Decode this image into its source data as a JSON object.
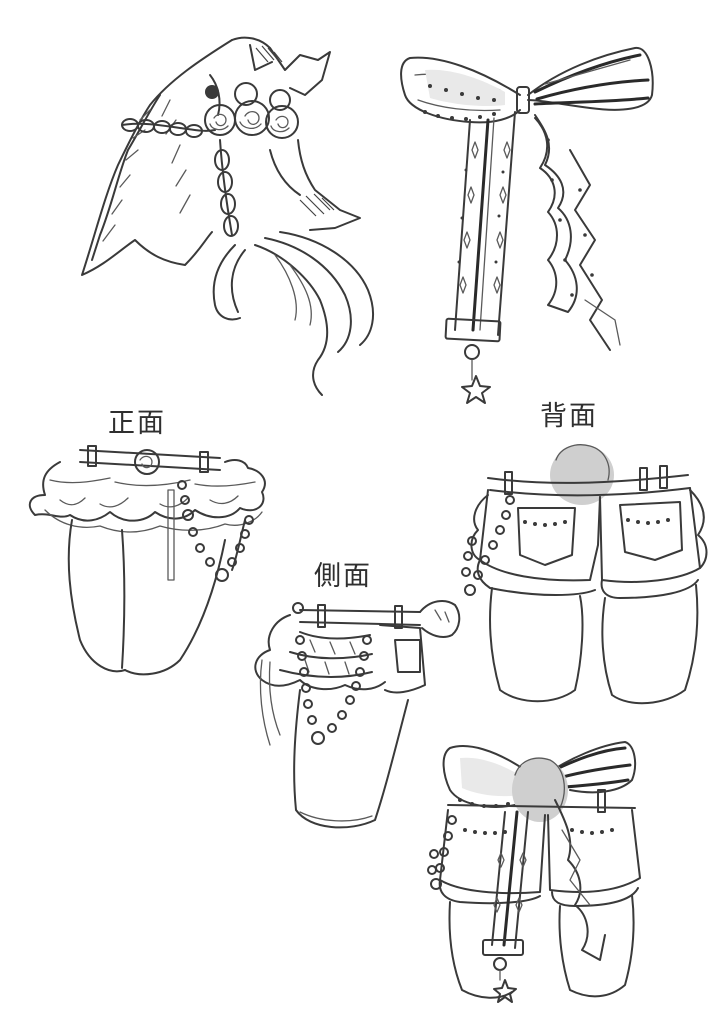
{
  "labels": {
    "front": "正面",
    "back": "背面",
    "side": "側面"
  },
  "colors": {
    "paper": "#ffffff",
    "ink": "#3a3a3a",
    "shade": "#cfcfcf"
  }
}
